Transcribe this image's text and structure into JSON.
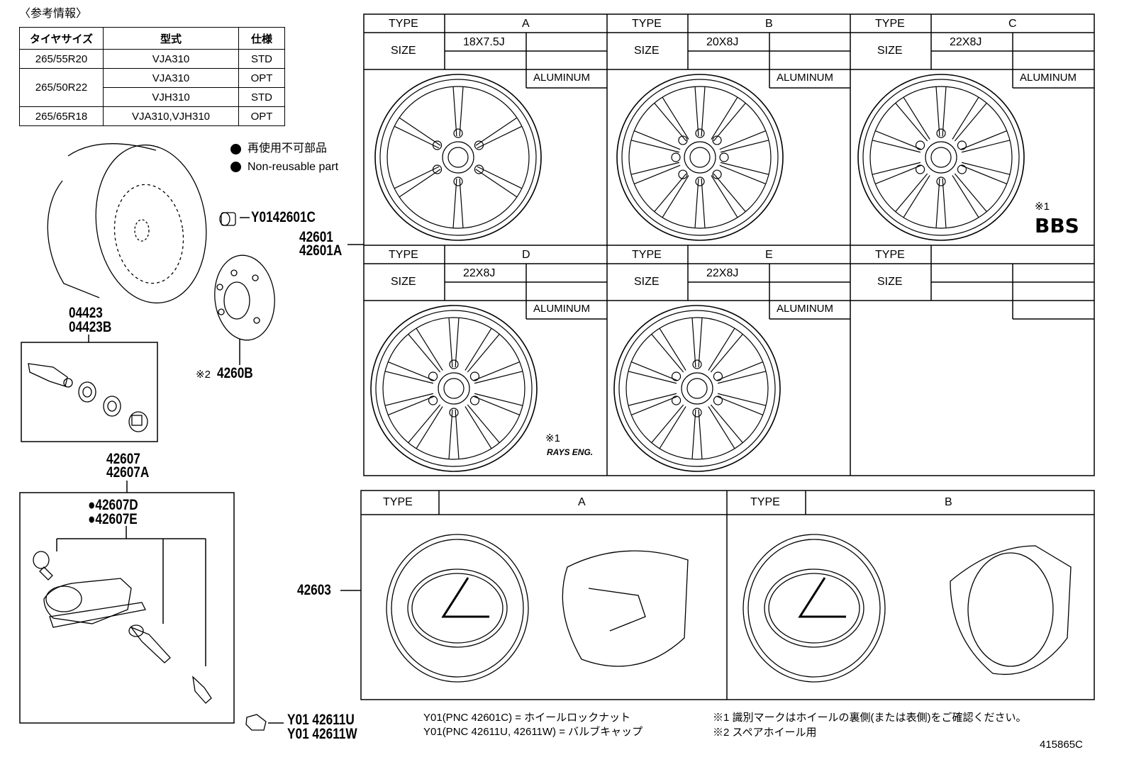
{
  "reference": {
    "caption": "〈参考情報〉",
    "headers": [
      "タイヤサイズ",
      "型式",
      "仕様"
    ],
    "rows": [
      [
        "265/55R20",
        "VJA310",
        "STD"
      ],
      [
        "265/50R22",
        "VJA310",
        "OPT"
      ],
      [
        "",
        "VJH310",
        "STD"
      ],
      [
        "265/65R18",
        "VJA310,VJH310",
        "OPT"
      ]
    ]
  },
  "legend": {
    "jp": "再使用不可部品",
    "en": "Non-reusable part"
  },
  "parts": {
    "lock_nut": "Y0142601C",
    "wheel": [
      "42601",
      "42601A"
    ],
    "valve_kit": [
      "04423",
      "04423B"
    ],
    "spare_wheel_mark": "※2",
    "spare_wheel": "4260B",
    "tpms": [
      "42607",
      "42607A"
    ],
    "tpms_sub": [
      "●42607D",
      "●42607E"
    ],
    "center_cap": "42603",
    "valve_cap": [
      "Y01 42611U",
      "Y01 42611W"
    ]
  },
  "wheel_grid": {
    "type_label": "TYPE",
    "size_label": "SIZE",
    "material": "ALUMINUM",
    "cells": [
      {
        "type": "A",
        "size": "18X7.5J",
        "material": "ALUMINUM",
        "mark": "",
        "brand": ""
      },
      {
        "type": "B",
        "size": "20X8J",
        "material": "ALUMINUM",
        "mark": "",
        "brand": ""
      },
      {
        "type": "C",
        "size": "22X8J",
        "material": "ALUMINUM",
        "mark": "※1",
        "brand": "BBS"
      },
      {
        "type": "D",
        "size": "22X8J",
        "material": "ALUMINUM",
        "mark": "※1",
        "brand": "RAYS ENG."
      },
      {
        "type": "E",
        "size": "22X8J",
        "material": "ALUMINUM",
        "mark": "",
        "brand": ""
      },
      {
        "type": "",
        "size": "",
        "material": "",
        "mark": "",
        "brand": ""
      }
    ]
  },
  "cap_grid": {
    "type_label": "TYPE",
    "cells": [
      {
        "type": "A"
      },
      {
        "type": "B"
      }
    ]
  },
  "notes": {
    "note1": "Y01(PNC 42601C) = ホイールロックナット",
    "note2": "Y01(PNC 42611U, 42611W) = バルブキャップ",
    "note3": "※1 識別マークはホイールの裏側(または表側)をご確認ください。",
    "note4": "※2 スペアホイール用",
    "code": "415865C"
  }
}
